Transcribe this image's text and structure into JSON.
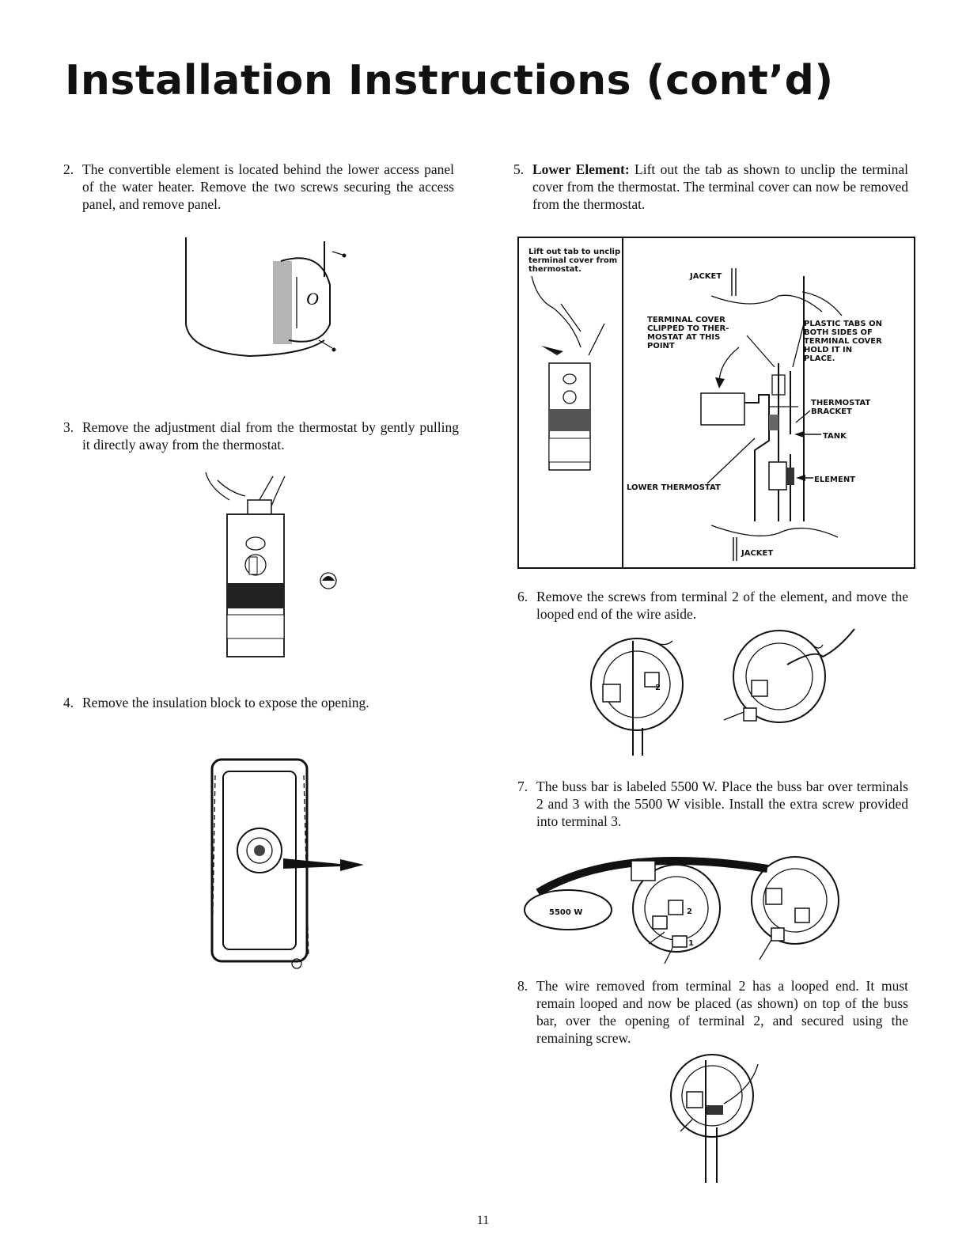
{
  "title": "Installation Instructions (cont’d)",
  "steps": [
    {
      "num": "2.",
      "text": "The convertible element is located behind the lower access panel of the water heater. Remove the two screws securing the access panel, and remove panel."
    },
    {
      "num": "3.",
      "text": "Remove the adjustment dial from the thermostat by gently pulling it directly away from the thermostat."
    },
    {
      "num": "4.",
      "text": "Remove the insulation block to expose the opening."
    },
    {
      "num": "5.",
      "bold_lead": "Lower Element:",
      "text": " Lift out the tab as shown to unclip the terminal cover from the thermostat. The terminal cover can now be removed from the thermostat."
    },
    {
      "num": "6.",
      "text": "Remove the screws from terminal 2 of the element, and move the looped end of the wire aside."
    },
    {
      "num": "7.",
      "text": "The buss bar is labeled 5500 W. Place the buss bar over terminals 2 and 3 with the 5500 W visible. Install the extra screw provided into terminal 3."
    },
    {
      "num": "8.",
      "text": "The wire removed from terminal 2 has a looped end. It must remain looped and now be placed (as shown) on top of the buss bar, over the opening of terminal 2, and secured using the remaining screw."
    }
  ],
  "figure5": {
    "inset_caption": [
      "Lift out tab to unclip",
      "terminal cover from",
      "thermostat."
    ],
    "labels": {
      "jacket_top": "JACKET",
      "terminal_cover": [
        "TERMINAL COVER",
        "CLIPPED TO THER-",
        "MOSTAT AT THIS",
        "POINT"
      ],
      "plastic_tabs": [
        "PLASTIC TABS ON",
        "BOTH SIDES OF",
        "TERMINAL COVER",
        "HOLD IT IN",
        "PLACE."
      ],
      "thermostat_bracket": [
        "THERMOSTAT",
        "BRACKET"
      ],
      "tank": "TANK",
      "element": "ELEMENT",
      "lower_thermostat": "LOWER THERMOSTAT",
      "jacket_bottom": "JACKET"
    }
  },
  "figure7": {
    "buss_bar_label": "5500 W",
    "terminal_2": "2",
    "terminal_1": "1"
  },
  "figure6": {
    "terminal_2": "2"
  },
  "panel_letter": "O",
  "page_number": "11"
}
